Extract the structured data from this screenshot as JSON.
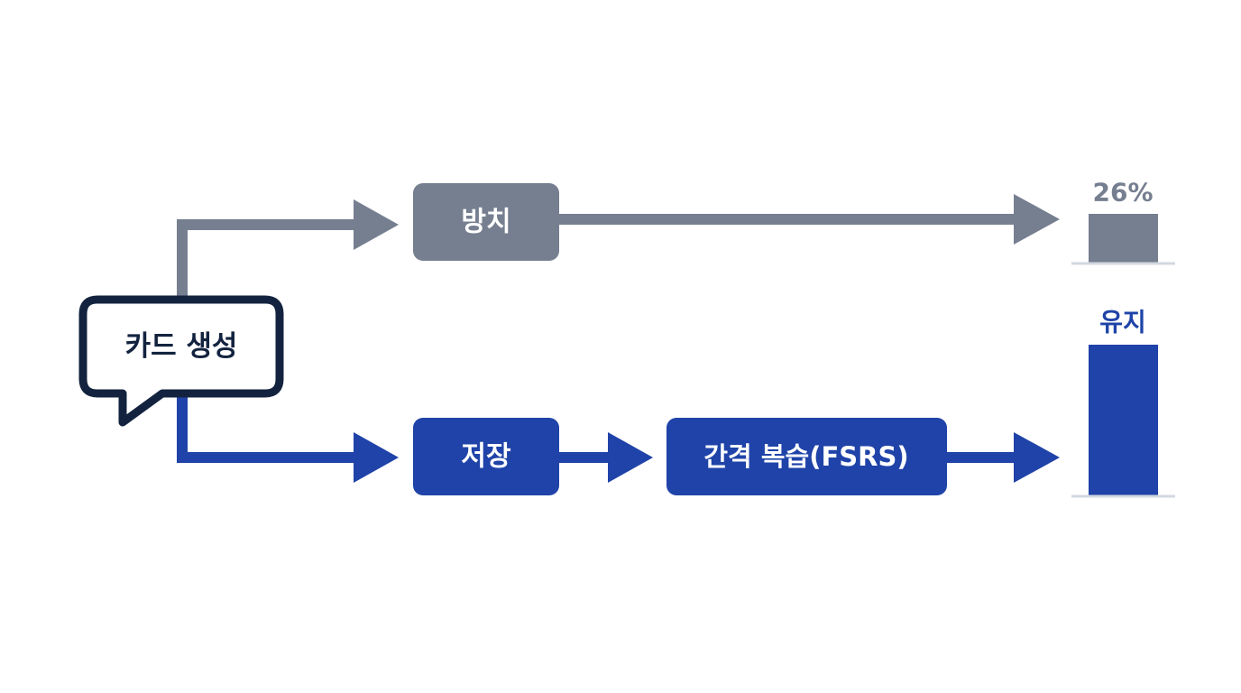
{
  "colors": {
    "gray": "#767f90",
    "blue": "#1f43a8",
    "navy": "#13233f",
    "baseline": "#d3d7df",
    "background": "#ffffff"
  },
  "nodes": {
    "create_card": "카드 생성",
    "neglect": "방치",
    "save": "저장",
    "spaced_repetition": "간격 복습(FSRS)"
  },
  "outcomes": {
    "neglect_label": "26%",
    "retain_label": "유지"
  },
  "icons": {
    "start_node": "speech-bubble-icon"
  }
}
